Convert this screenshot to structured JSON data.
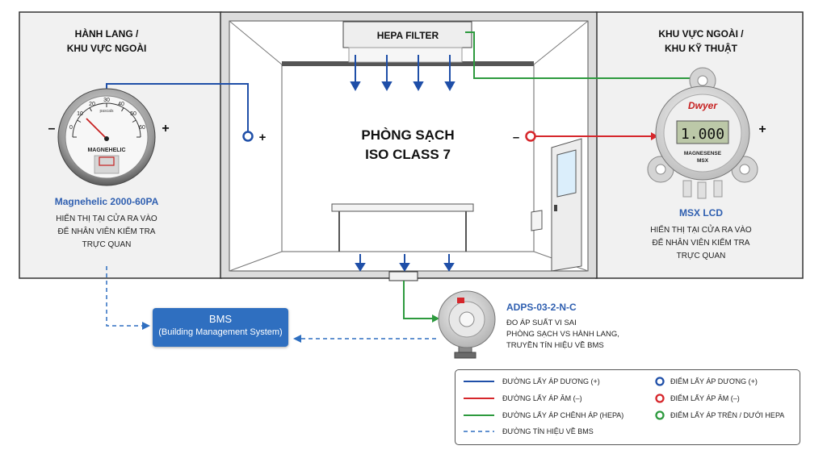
{
  "left_area": {
    "line1": "HÀNH LANG /",
    "line2": "KHU VỰC NGOÀI"
  },
  "right_area": {
    "line1": "KHU VỰC NGOÀI /",
    "line2": "KHU KỸ THUẬT"
  },
  "filter_label": "HEPA FILTER",
  "room": {
    "line1": "PHÒNG SẠCH",
    "line2": "ISO CLASS 7"
  },
  "magnehelic": {
    "name": "Magnehelic 2000-60PA",
    "desc": [
      "HIỂN THỊ TẠI CỬA RA VÀO",
      "ĐỂ NHÂN VIÊN KIỂM TRA",
      "TRỰC QUAN"
    ],
    "brand": "MAGNEHELIC",
    "scale": [
      "0",
      "10",
      "20",
      "30",
      "40",
      "50",
      "60"
    ],
    "unit": "pascals",
    "minus": "–",
    "plus": "+"
  },
  "msx": {
    "brand": "Dwyer",
    "display": "1.000",
    "model1": "MAGNESENSE",
    "model2": "MSX",
    "name": "MSX LCD",
    "desc": [
      "HIỂN THỊ TẠI CỬA RA VÀO",
      "ĐỂ NHÂN VIÊN KIỂM TRA",
      "TRỰC QUAN"
    ],
    "plus": "+"
  },
  "port_plus": "+",
  "port_minus": "–",
  "bms": {
    "title": "BMS",
    "subtitle": "(Building Management System)"
  },
  "adps": {
    "name": "ADPS-03-2-N-C",
    "desc": [
      "ĐO ÁP SUẤT VI SAI",
      "PHÒNG SẠCH VS HÀNH LANG,",
      "TRUYỀN TÍN HIỆU VỀ BMS"
    ]
  },
  "legend": {
    "lines": [
      {
        "label": "ĐƯỜNG LẤY ÁP DƯƠNG (+)",
        "color": "#1f4fa8"
      },
      {
        "label": "ĐƯỜNG LẤY ÁP ÂM (–)",
        "color": "#d6262b"
      },
      {
        "label": "ĐƯỜNG LẤY ÁP CHÊNH ÁP (HEPA)",
        "color": "#2d9a3e"
      },
      {
        "label": "ĐƯỜNG TÍN HIỆU VỀ BMS",
        "color": "#2f6fc0"
      }
    ],
    "points": [
      {
        "label": "ĐIỂM LẤY ÁP DƯƠNG (+)",
        "color": "#1f4fa8"
      },
      {
        "label": "ĐIỂM LẤY ÁP ÂM (–)",
        "color": "#d6262b"
      },
      {
        "label": "ĐIỂM LẤY ÁP TRÊN / DƯỚI HEPA",
        "color": "#2d9a3e"
      }
    ]
  }
}
